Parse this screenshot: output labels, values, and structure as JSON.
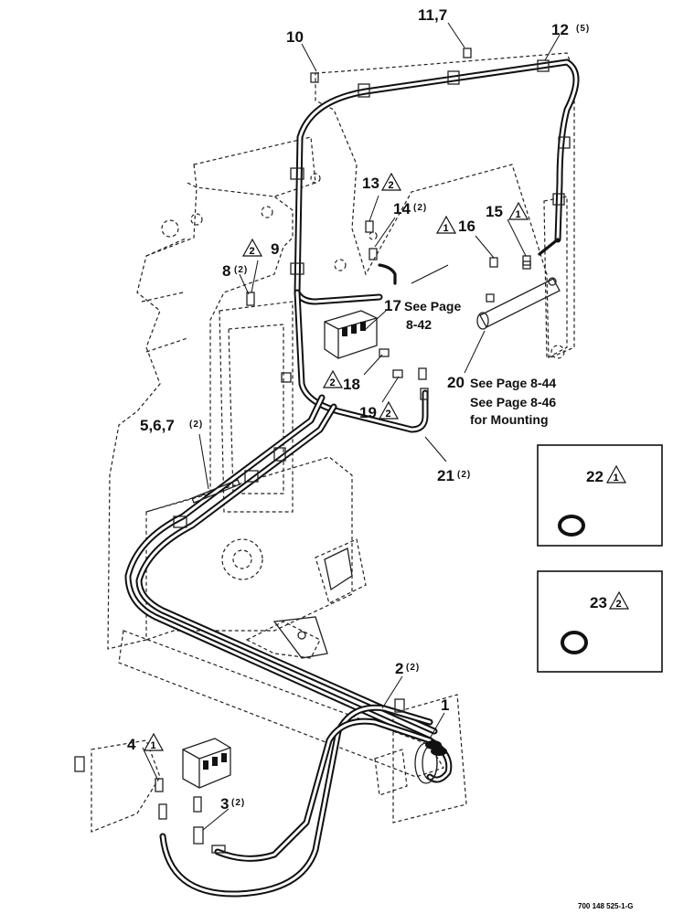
{
  "callouts": {
    "c10": "10",
    "c11_7": "11,7",
    "c12": "12",
    "c12_qty": "(5)",
    "c13": "13",
    "c13_rev": "2",
    "c14": "14",
    "c14_qty": "(2)",
    "c15": "15",
    "c15_rev": "1",
    "c16": "16",
    "c16_rev": "1",
    "c9": "9",
    "c9_rev": "2",
    "c8": "8",
    "c8_qty": "(2)",
    "c17": "17",
    "c17_note1": "See Page",
    "c17_note2": "8-42",
    "c18": "18",
    "c18_rev": "2",
    "c19": "19",
    "c19_rev": "2",
    "c20": "20",
    "c20_note1": "See Page 8-44",
    "c20_note2": "See Page 8-46",
    "c20_note3": "for Mounting",
    "c21": "21",
    "c21_qty": "(2)",
    "c5_6_7": "5,6,7",
    "c5_6_7_qty": "(2)",
    "c22": "22",
    "c22_rev": "1",
    "c23": "23",
    "c23_rev": "2",
    "c2": "2",
    "c2_qty": "(2)",
    "c1": "1",
    "c4": "4",
    "c4_rev": "1",
    "c3": "3",
    "c3_qty": "(2)"
  },
  "figure_ref": "700 148 525-1-G"
}
